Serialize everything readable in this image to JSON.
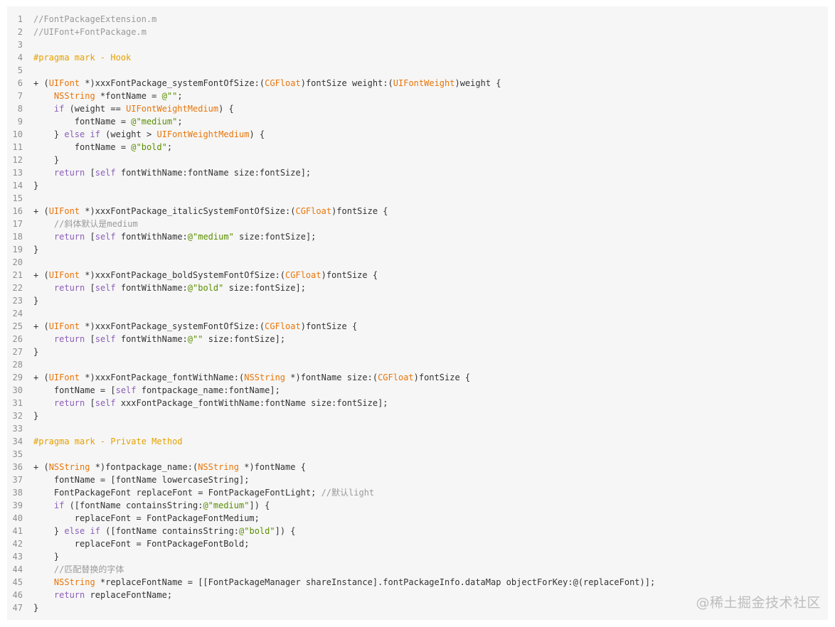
{
  "colors": {
    "background": "#f6f6f6",
    "line_number": "#8f8f8f",
    "plain": "#333333",
    "comment": "#999999",
    "pragma": "#e6a100",
    "type": "#e8760a",
    "keyword": "#8b5fb8",
    "string": "#5a8f00"
  },
  "watermark": "@稀土掘金技术社区",
  "lines": [
    {
      "n": "1",
      "tokens": [
        {
          "t": "comment",
          "v": "//FontPackageExtension.m"
        }
      ]
    },
    {
      "n": "2",
      "tokens": [
        {
          "t": "comment",
          "v": "//UIFont+FontPackage.m"
        }
      ]
    },
    {
      "n": "3",
      "tokens": []
    },
    {
      "n": "4",
      "tokens": [
        {
          "t": "pragma",
          "v": "#pragma mark - Hook"
        }
      ]
    },
    {
      "n": "5",
      "tokens": []
    },
    {
      "n": "6",
      "tokens": [
        {
          "t": "plain",
          "v": "+ ("
        },
        {
          "t": "type",
          "v": "UIFont"
        },
        {
          "t": "plain",
          "v": " *)xxxFontPackage_systemFontOfSize:("
        },
        {
          "t": "type",
          "v": "CGFloat"
        },
        {
          "t": "plain",
          "v": ")fontSize weight:("
        },
        {
          "t": "type",
          "v": "UIFontWeight"
        },
        {
          "t": "plain",
          "v": ")weight {"
        }
      ]
    },
    {
      "n": "7",
      "tokens": [
        {
          "t": "plain",
          "v": "    "
        },
        {
          "t": "type",
          "v": "NSString"
        },
        {
          "t": "plain",
          "v": " *fontName = "
        },
        {
          "t": "string",
          "v": "@\"\""
        },
        {
          "t": "plain",
          "v": ";"
        }
      ]
    },
    {
      "n": "8",
      "tokens": [
        {
          "t": "plain",
          "v": "    "
        },
        {
          "t": "keyword",
          "v": "if"
        },
        {
          "t": "plain",
          "v": " (weight == "
        },
        {
          "t": "type",
          "v": "UIFontWeightMedium"
        },
        {
          "t": "plain",
          "v": ") {"
        }
      ]
    },
    {
      "n": "9",
      "tokens": [
        {
          "t": "plain",
          "v": "        fontName = "
        },
        {
          "t": "string",
          "v": "@\"medium\""
        },
        {
          "t": "plain",
          "v": ";"
        }
      ]
    },
    {
      "n": "10",
      "tokens": [
        {
          "t": "plain",
          "v": "    } "
        },
        {
          "t": "keyword",
          "v": "else"
        },
        {
          "t": "plain",
          "v": " "
        },
        {
          "t": "keyword",
          "v": "if"
        },
        {
          "t": "plain",
          "v": " (weight > "
        },
        {
          "t": "type",
          "v": "UIFontWeightMedium"
        },
        {
          "t": "plain",
          "v": ") {"
        }
      ]
    },
    {
      "n": "11",
      "tokens": [
        {
          "t": "plain",
          "v": "        fontName = "
        },
        {
          "t": "string",
          "v": "@\"bold\""
        },
        {
          "t": "plain",
          "v": ";"
        }
      ]
    },
    {
      "n": "12",
      "tokens": [
        {
          "t": "plain",
          "v": "    }"
        }
      ]
    },
    {
      "n": "13",
      "tokens": [
        {
          "t": "plain",
          "v": "    "
        },
        {
          "t": "keyword",
          "v": "return"
        },
        {
          "t": "plain",
          "v": " ["
        },
        {
          "t": "keyword",
          "v": "self"
        },
        {
          "t": "plain",
          "v": " fontWithName:fontName size:fontSize];"
        }
      ]
    },
    {
      "n": "14",
      "tokens": [
        {
          "t": "plain",
          "v": "}"
        }
      ]
    },
    {
      "n": "15",
      "tokens": []
    },
    {
      "n": "16",
      "tokens": [
        {
          "t": "plain",
          "v": "+ ("
        },
        {
          "t": "type",
          "v": "UIFont"
        },
        {
          "t": "plain",
          "v": " *)xxxFontPackage_italicSystemFontOfSize:("
        },
        {
          "t": "type",
          "v": "CGFloat"
        },
        {
          "t": "plain",
          "v": ")fontSize {"
        }
      ]
    },
    {
      "n": "17",
      "tokens": [
        {
          "t": "plain",
          "v": "    "
        },
        {
          "t": "comment",
          "v": "//斜体默认是medium"
        }
      ]
    },
    {
      "n": "18",
      "tokens": [
        {
          "t": "plain",
          "v": "    "
        },
        {
          "t": "keyword",
          "v": "return"
        },
        {
          "t": "plain",
          "v": " ["
        },
        {
          "t": "keyword",
          "v": "self"
        },
        {
          "t": "plain",
          "v": " fontWithName:"
        },
        {
          "t": "string",
          "v": "@\"medium\""
        },
        {
          "t": "plain",
          "v": " size:fontSize];"
        }
      ]
    },
    {
      "n": "19",
      "tokens": [
        {
          "t": "plain",
          "v": "}"
        }
      ]
    },
    {
      "n": "20",
      "tokens": []
    },
    {
      "n": "21",
      "tokens": [
        {
          "t": "plain",
          "v": "+ ("
        },
        {
          "t": "type",
          "v": "UIFont"
        },
        {
          "t": "plain",
          "v": " *)xxxFontPackage_boldSystemFontOfSize:("
        },
        {
          "t": "type",
          "v": "CGFloat"
        },
        {
          "t": "plain",
          "v": ")fontSize {"
        }
      ]
    },
    {
      "n": "22",
      "tokens": [
        {
          "t": "plain",
          "v": "    "
        },
        {
          "t": "keyword",
          "v": "return"
        },
        {
          "t": "plain",
          "v": " ["
        },
        {
          "t": "keyword",
          "v": "self"
        },
        {
          "t": "plain",
          "v": " fontWithName:"
        },
        {
          "t": "string",
          "v": "@\"bold\""
        },
        {
          "t": "plain",
          "v": " size:fontSize];"
        }
      ]
    },
    {
      "n": "23",
      "tokens": [
        {
          "t": "plain",
          "v": "}"
        }
      ]
    },
    {
      "n": "24",
      "tokens": []
    },
    {
      "n": "25",
      "tokens": [
        {
          "t": "plain",
          "v": "+ ("
        },
        {
          "t": "type",
          "v": "UIFont"
        },
        {
          "t": "plain",
          "v": " *)xxxFontPackage_systemFontOfSize:("
        },
        {
          "t": "type",
          "v": "CGFloat"
        },
        {
          "t": "plain",
          "v": ")fontSize {"
        }
      ]
    },
    {
      "n": "26",
      "tokens": [
        {
          "t": "plain",
          "v": "    "
        },
        {
          "t": "keyword",
          "v": "return"
        },
        {
          "t": "plain",
          "v": " ["
        },
        {
          "t": "keyword",
          "v": "self"
        },
        {
          "t": "plain",
          "v": " fontWithName:"
        },
        {
          "t": "string",
          "v": "@\"\""
        },
        {
          "t": "plain",
          "v": " size:fontSize];"
        }
      ]
    },
    {
      "n": "27",
      "tokens": [
        {
          "t": "plain",
          "v": "}"
        }
      ]
    },
    {
      "n": "28",
      "tokens": []
    },
    {
      "n": "29",
      "tokens": [
        {
          "t": "plain",
          "v": "+ ("
        },
        {
          "t": "type",
          "v": "UIFont"
        },
        {
          "t": "plain",
          "v": " *)xxxFontPackage_fontWithName:("
        },
        {
          "t": "type",
          "v": "NSString"
        },
        {
          "t": "plain",
          "v": " *)fontName size:("
        },
        {
          "t": "type",
          "v": "CGFloat"
        },
        {
          "t": "plain",
          "v": ")fontSize {"
        }
      ]
    },
    {
      "n": "30",
      "tokens": [
        {
          "t": "plain",
          "v": "    fontName = ["
        },
        {
          "t": "keyword",
          "v": "self"
        },
        {
          "t": "plain",
          "v": " fontpackage_name:fontName];"
        }
      ]
    },
    {
      "n": "31",
      "tokens": [
        {
          "t": "plain",
          "v": "    "
        },
        {
          "t": "keyword",
          "v": "return"
        },
        {
          "t": "plain",
          "v": " ["
        },
        {
          "t": "keyword",
          "v": "self"
        },
        {
          "t": "plain",
          "v": " xxxFontPackage_fontWithName:fontName size:fontSize];"
        }
      ]
    },
    {
      "n": "32",
      "tokens": [
        {
          "t": "plain",
          "v": "}"
        }
      ]
    },
    {
      "n": "33",
      "tokens": []
    },
    {
      "n": "34",
      "tokens": [
        {
          "t": "pragma",
          "v": "#pragma mark - Private Method"
        }
      ]
    },
    {
      "n": "35",
      "tokens": []
    },
    {
      "n": "36",
      "tokens": [
        {
          "t": "plain",
          "v": "+ ("
        },
        {
          "t": "type",
          "v": "NSString"
        },
        {
          "t": "plain",
          "v": " *)fontpackage_name:("
        },
        {
          "t": "type",
          "v": "NSString"
        },
        {
          "t": "plain",
          "v": " *)fontName {"
        }
      ]
    },
    {
      "n": "37",
      "tokens": [
        {
          "t": "plain",
          "v": "    fontName = [fontName lowercaseString];"
        }
      ]
    },
    {
      "n": "38",
      "tokens": [
        {
          "t": "plain",
          "v": "    FontPackageFont replaceFont = FontPackageFontLight; "
        },
        {
          "t": "comment",
          "v": "//默认light"
        }
      ]
    },
    {
      "n": "39",
      "tokens": [
        {
          "t": "plain",
          "v": "    "
        },
        {
          "t": "keyword",
          "v": "if"
        },
        {
          "t": "plain",
          "v": " ([fontName containsString:"
        },
        {
          "t": "string",
          "v": "@\"medium\""
        },
        {
          "t": "plain",
          "v": "]) {"
        }
      ]
    },
    {
      "n": "40",
      "tokens": [
        {
          "t": "plain",
          "v": "        replaceFont = FontPackageFontMedium;"
        }
      ]
    },
    {
      "n": "41",
      "tokens": [
        {
          "t": "plain",
          "v": "    } "
        },
        {
          "t": "keyword",
          "v": "else"
        },
        {
          "t": "plain",
          "v": " "
        },
        {
          "t": "keyword",
          "v": "if"
        },
        {
          "t": "plain",
          "v": " ([fontName containsString:"
        },
        {
          "t": "string",
          "v": "@\"bold\""
        },
        {
          "t": "plain",
          "v": "]) {"
        }
      ]
    },
    {
      "n": "42",
      "tokens": [
        {
          "t": "plain",
          "v": "        replaceFont = FontPackageFontBold;"
        }
      ]
    },
    {
      "n": "43",
      "tokens": [
        {
          "t": "plain",
          "v": "    }"
        }
      ]
    },
    {
      "n": "44",
      "tokens": [
        {
          "t": "plain",
          "v": "    "
        },
        {
          "t": "comment",
          "v": "//匹配替换的字体"
        }
      ]
    },
    {
      "n": "45",
      "tokens": [
        {
          "t": "plain",
          "v": "    "
        },
        {
          "t": "type",
          "v": "NSString"
        },
        {
          "t": "plain",
          "v": " *replaceFontName = [[FontPackageManager shareInstance].fontPackageInfo.dataMap objectForKey:@(replaceFont)];"
        }
      ]
    },
    {
      "n": "46",
      "tokens": [
        {
          "t": "plain",
          "v": "    "
        },
        {
          "t": "keyword",
          "v": "return"
        },
        {
          "t": "plain",
          "v": " replaceFontName;"
        }
      ]
    },
    {
      "n": "47",
      "tokens": [
        {
          "t": "plain",
          "v": "}"
        }
      ]
    }
  ]
}
